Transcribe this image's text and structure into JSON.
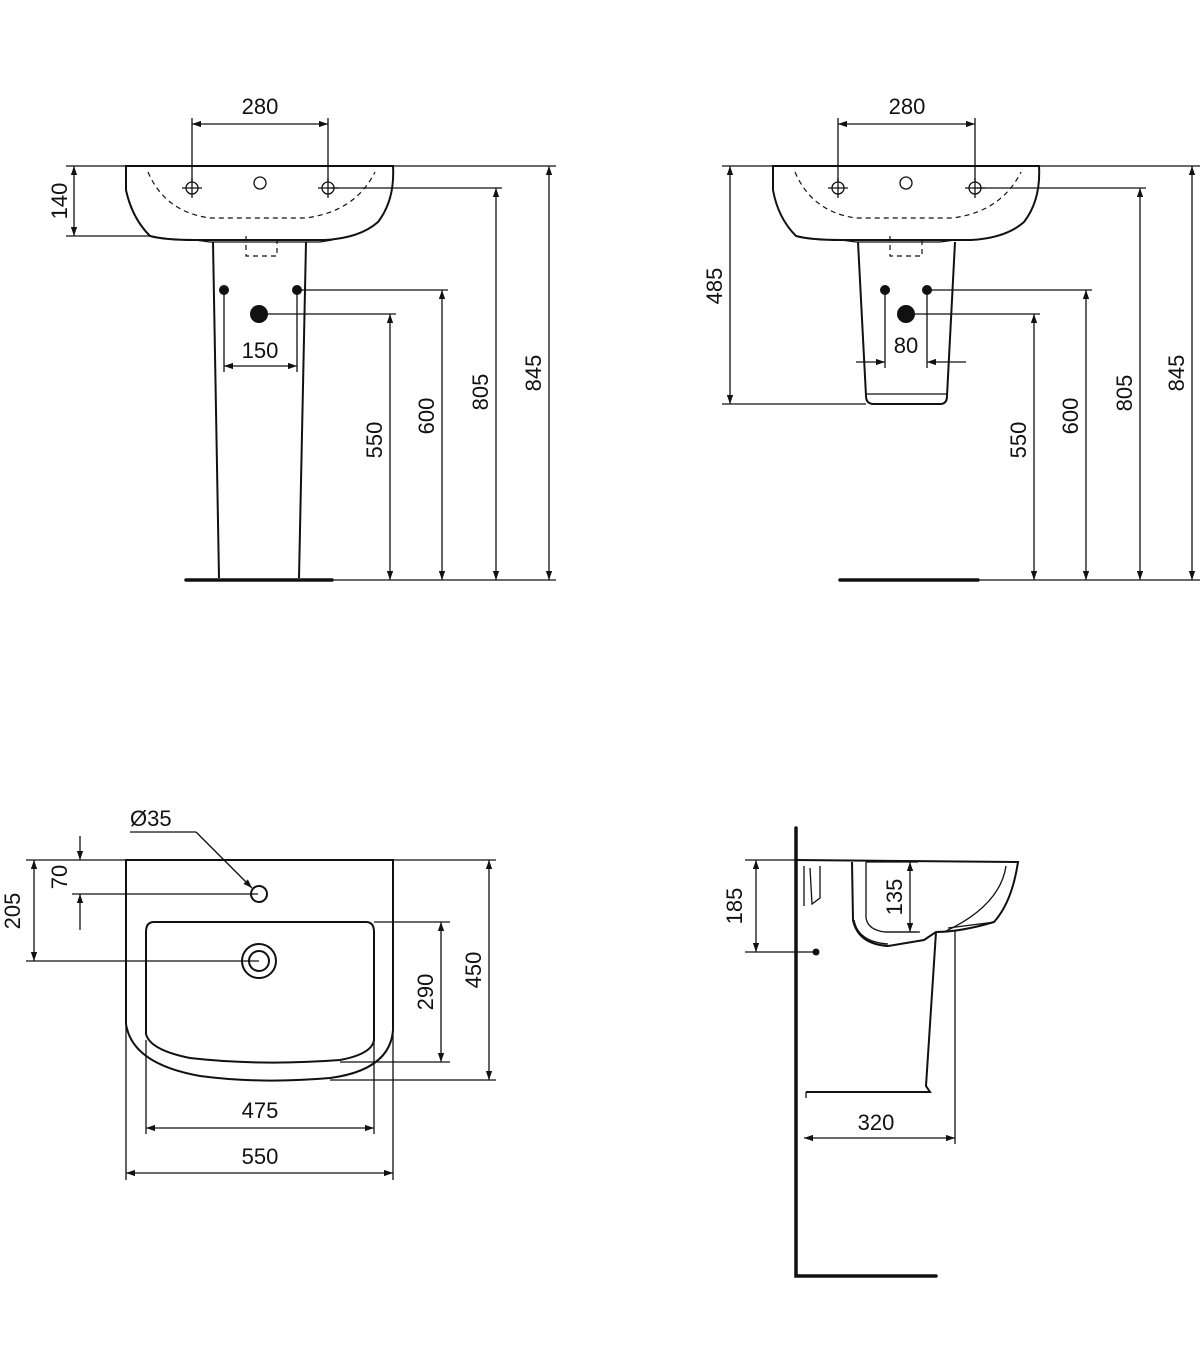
{
  "views": {
    "pedestal_front": {
      "dims": {
        "tap_holes": "280",
        "bowl_depth": "140",
        "supply_spacing": "150",
        "waste_height": "550",
        "supply_height": "600",
        "basin_underside": "805",
        "rim_height": "845"
      }
    },
    "semi_pedestal_front": {
      "dims": {
        "tap_holes": "280",
        "semi_pedestal_top": "485",
        "supply_spacing": "80",
        "waste_height": "550",
        "supply_height": "600",
        "basin_underside": "805",
        "rim_height": "845"
      }
    },
    "plan": {
      "dims": {
        "tap_hole_diameter": "Ø35",
        "tap_hole_from_back": "70",
        "waste_from_back": "205",
        "bowl_depth": "290",
        "basin_depth": "450",
        "bowl_width": "475",
        "basin_width": "550"
      }
    },
    "side": {
      "dims": {
        "bowl_inner_depth": "135",
        "overall_depth": "185",
        "projection": "320"
      }
    }
  }
}
